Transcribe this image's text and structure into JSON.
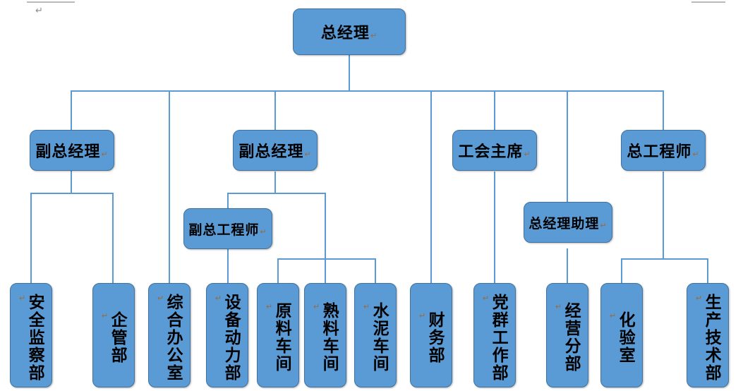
{
  "document": {
    "type": "organization-chart",
    "paragraph_mark": "↵",
    "colors": {
      "shape_fill": "#5B9BD5",
      "shape_border": "#41719C",
      "connector": "#5B9BD5",
      "text": "#000000",
      "pilcrow": "#8a8a8a",
      "margin_mark": "#b9b9b9"
    }
  },
  "chart": {
    "root": {
      "id": "gm",
      "label": "总经理"
    },
    "tier2": [
      {
        "id": "dgm1",
        "label": "副总经理"
      },
      {
        "id": "dgm2",
        "label": "副总经理"
      },
      {
        "id": "union",
        "label": "工会主席"
      },
      {
        "id": "chief",
        "label": "总工程师"
      }
    ],
    "tier3": [
      {
        "id": "dce",
        "label": "副总工程师"
      },
      {
        "id": "asst",
        "label": "总经理助理"
      }
    ],
    "departments": [
      {
        "id": "d1",
        "label": "安全监察部",
        "parent": "dgm1"
      },
      {
        "id": "d2",
        "label": "企管部",
        "parent": "dgm1"
      },
      {
        "id": "d3",
        "label": "综合办公室",
        "parent": "gm"
      },
      {
        "id": "d4",
        "label": "设备动力部",
        "parent": "dce"
      },
      {
        "id": "d5",
        "label": "原料车间",
        "parent": "dgm2"
      },
      {
        "id": "d6",
        "label": "熟料车间",
        "parent": "dgm2"
      },
      {
        "id": "d7",
        "label": "水泥车间",
        "parent": "dgm2"
      },
      {
        "id": "d8",
        "label": "财务部",
        "parent": "gm"
      },
      {
        "id": "d9",
        "label": "党群工作部",
        "parent": "union"
      },
      {
        "id": "d10",
        "label": "经营分部",
        "parent": "asst"
      },
      {
        "id": "d11",
        "label": "化验室",
        "parent": "chief"
      },
      {
        "id": "d12",
        "label": "生产技术部",
        "parent": "chief"
      }
    ]
  }
}
